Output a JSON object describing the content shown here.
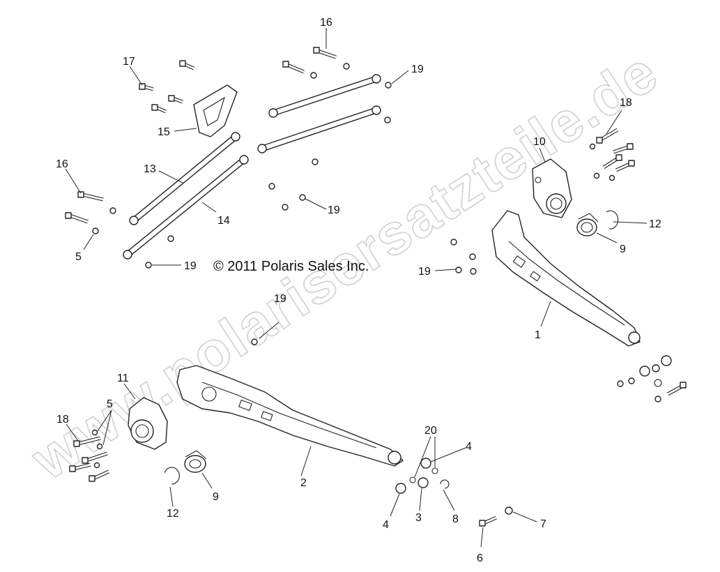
{
  "copyright": "© 2011 Polaris Sales Inc.",
  "watermark": "www.polarisersatzteile.de",
  "callouts": {
    "c1": "1",
    "c2": "2",
    "c3": "3",
    "c4a": "4",
    "c4b": "4",
    "c5a": "5",
    "c5b": "5",
    "c6": "6",
    "c7": "7",
    "c8": "8",
    "c9a": "9",
    "c9b": "9",
    "c10": "10",
    "c11": "11",
    "c12a": "12",
    "c12b": "12",
    "c13": "13",
    "c14": "14",
    "c15": "15",
    "c16a": "16",
    "c16b": "16",
    "c17": "17",
    "c18a": "18",
    "c18b": "18",
    "c19a": "19",
    "c19b": "19",
    "c19c": "19",
    "c19d": "19",
    "c19e": "19",
    "c20": "20"
  }
}
